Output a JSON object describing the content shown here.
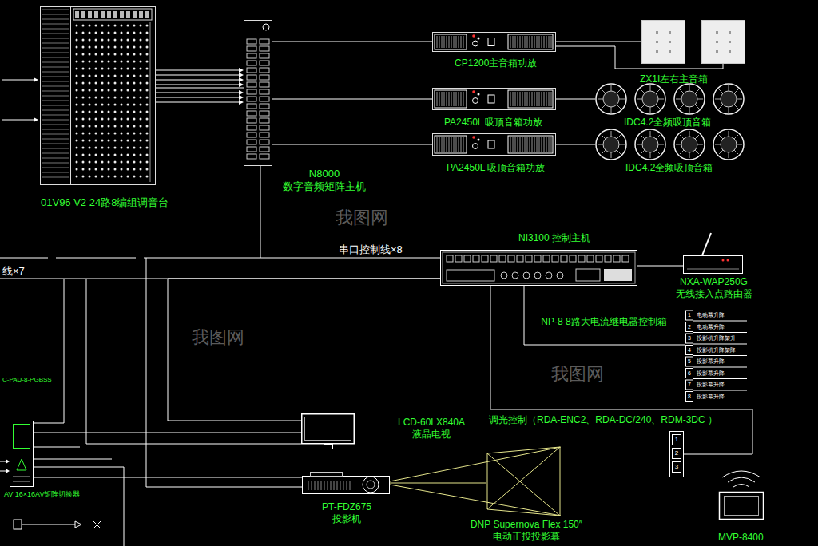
{
  "diagram": {
    "nodes": [
      {
        "text": [
          "01V96 V2 24路8编组调音台"
        ]
      },
      {
        "text": [
          "N8000 数字音频矩阵主机"
        ]
      },
      {
        "text": [
          "CP1200主音箱功放"
        ]
      },
      {
        "text": [
          "ZX1I左右主音箱"
        ]
      },
      {
        "text": [
          "PA2450L 吸顶音箱功放"
        ]
      },
      {
        "text": [
          "IDC4.2全频吸顶音箱"
        ]
      },
      {
        "text": [
          "PA2450L 吸顶音箱功放"
        ]
      },
      {
        "text": [
          "IDC4.2全频吸顶音箱"
        ]
      },
      {
        "text": [
          "NI3100 控制主机"
        ]
      },
      {
        "text": [
          "NXA-WAP250G 无线接入点路由器"
        ]
      },
      {
        "text": [
          "NP-8 8路大电流继电器控制箱"
        ]
      },
      {
        "text": [
          "调光控制（RDA-ENC2、RDA-DC/240、RDM-3DC ）"
        ]
      },
      {
        "text": [
          "LCD-60LX840A 液晶电视"
        ]
      },
      {
        "text": [
          "PT-FDZ675 投影机"
        ]
      },
      {
        "text": [
          "DNP Supernova Flex 150″ 电动正投投影幕"
        ]
      },
      {
        "text": [
          "MVP-8400"
        ]
      },
      {
        "text": [
          "AV 16×16AV矩阵切换器"
        ]
      }
    ],
    "edges": [
      {
        "from": 0,
        "to": 1,
        "arrow": "none"
      },
      {
        "from": 1,
        "to": 2,
        "arrow": "none"
      },
      {
        "from": 1,
        "to": 4,
        "arrow": "none"
      },
      {
        "from": 1,
        "to": 6,
        "arrow": "none"
      },
      {
        "from": 2,
        "to": 3,
        "arrow": "none"
      },
      {
        "from": 4,
        "to": 5,
        "arrow": "none"
      },
      {
        "from": 6,
        "to": 7,
        "arrow": "none"
      },
      {
        "from": 8,
        "to": 1,
        "label": "串口控制线×8",
        "arrow": "none"
      },
      {
        "from": 8,
        "to": 9,
        "arrow": "none"
      },
      {
        "from": 8,
        "to": 10,
        "arrow": "none"
      },
      {
        "from": 8,
        "to": 11,
        "arrow": "none"
      },
      {
        "from": 8,
        "to": 12,
        "arrow": "none"
      },
      {
        "from": 8,
        "to": 16,
        "arrow": "none"
      },
      {
        "from": 16,
        "to": 12,
        "arrow": "none"
      },
      {
        "from": 16,
        "to": 13,
        "arrow": "none"
      },
      {
        "from": 13,
        "to": 14,
        "arrow": "none"
      }
    ],
    "labels": [
      "线×7",
      "C-PAU-8-PGBSS",
      "电动幕升降",
      "电动幕升降",
      "投影机升降架升",
      "投影机升降架降",
      "投影幕升降",
      "投影幕升降",
      "投影幕升降",
      "投影幕升降",
      "1",
      "2",
      "3",
      "4",
      "5",
      "6",
      "7",
      "8",
      "1",
      "2",
      "3",
      "我图网",
      "我图网",
      "我图网"
    ]
  }
}
